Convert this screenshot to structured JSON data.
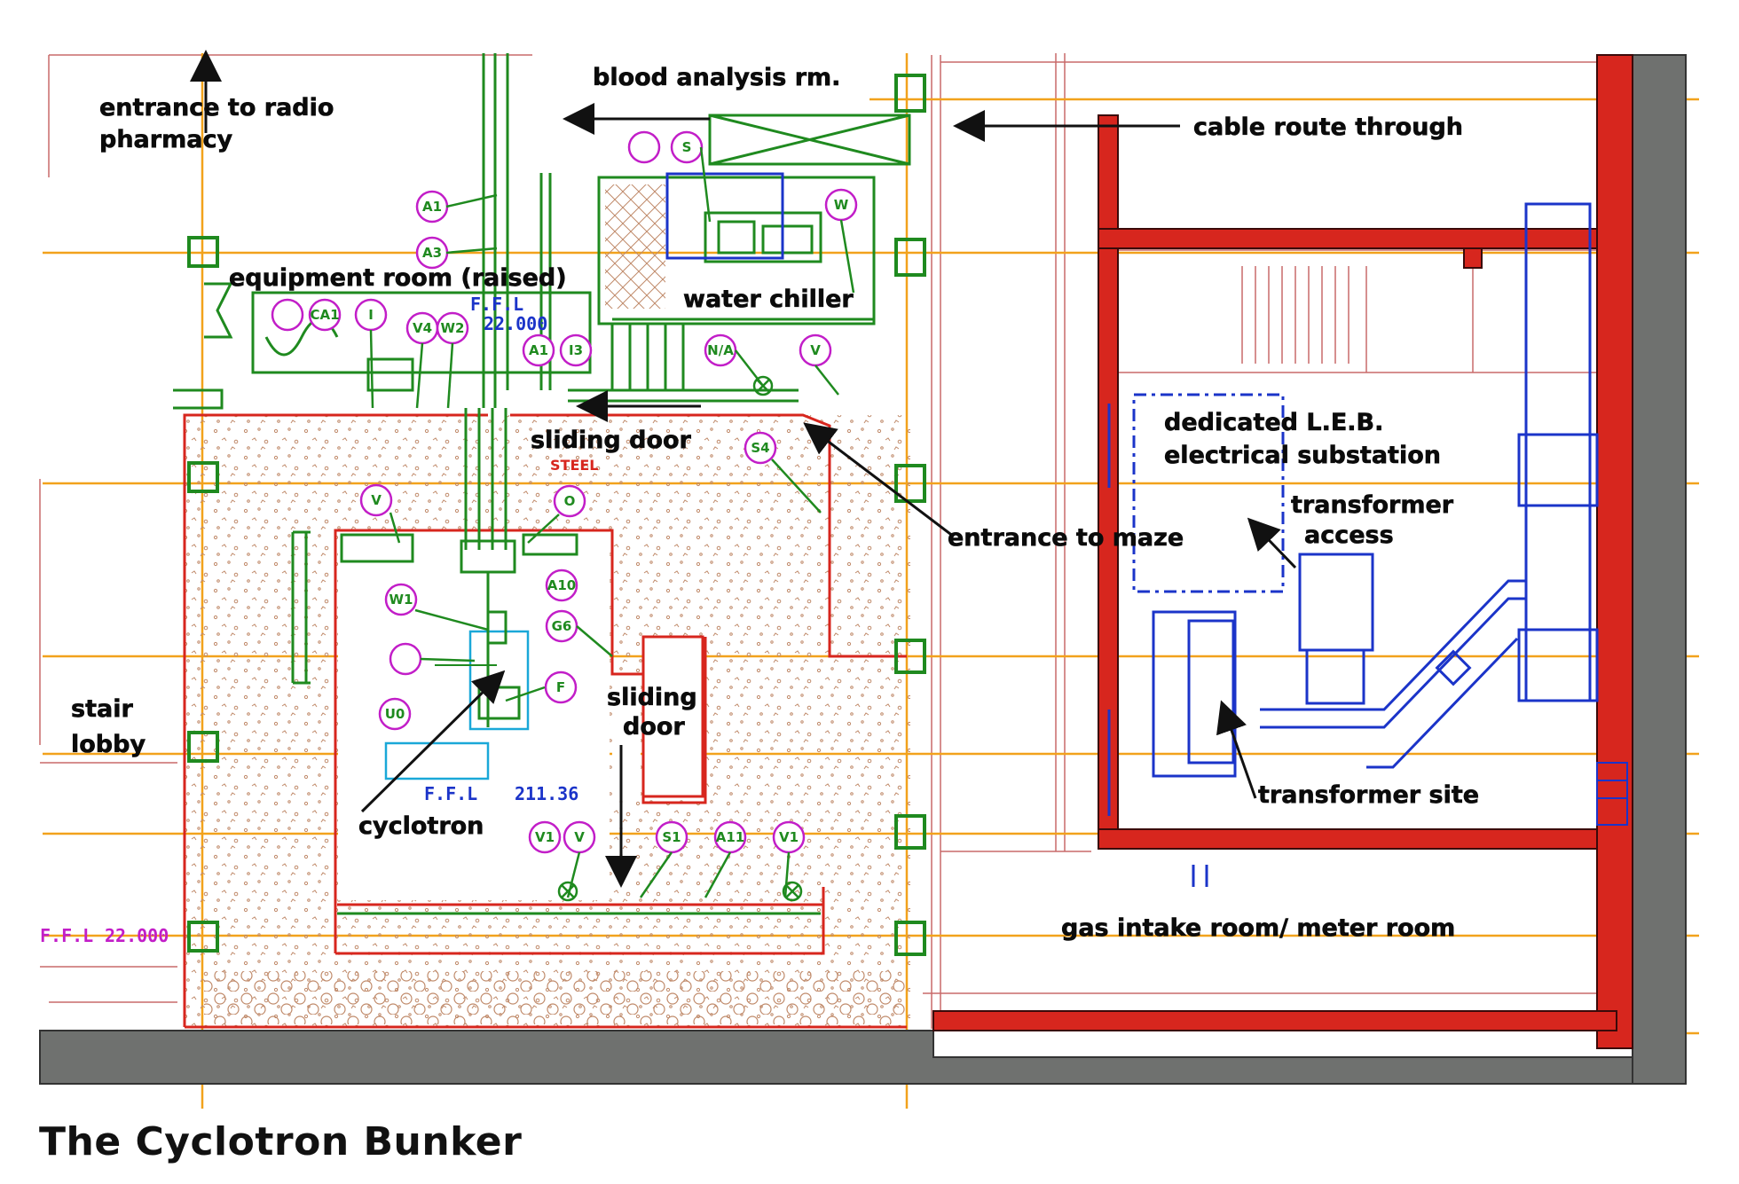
{
  "title": "The Cyclotron Bunker",
  "labels": {
    "entrance_radio_pharmacy_1": "entrance to radio",
    "entrance_radio_pharmacy_2": "pharmacy",
    "blood_analysis": "blood analysis rm.",
    "cable_route": "cable route through",
    "equipment_room": "equipment room (raised)",
    "water_chiller": "water chiller",
    "sliding_door_top": "sliding door",
    "entrance_maze": "entrance to maze",
    "substation_1": "dedicated L.E.B.",
    "substation_2": "electrical substation",
    "transformer_access_1": "transformer",
    "transformer_access_2": "access",
    "sliding_door_mid_1": "sliding",
    "sliding_door_mid_2": "door",
    "stair_lobby_1": "stair",
    "stair_lobby_2": "lobby",
    "cyclotron": "cyclotron",
    "transformer_site": "transformer site",
    "gas_intake": "gas intake room/ meter room",
    "steel": "STEEL"
  },
  "levels": {
    "ffl_equipment": "F.F.L",
    "ffl_equipment_value": "22.000",
    "ffl_bunker": "F.F.L",
    "ffl_bunker_value": "211.36",
    "ffl_stair": "F.F.L",
    "ffl_stair_value": "22.000"
  },
  "equipment_tags": [
    "A1",
    "A3",
    "CA1",
    "I",
    "V4",
    "W2",
    "A1",
    "I3",
    "S",
    "W",
    "N/A",
    "V",
    "S4",
    "V",
    "O",
    "W1",
    "A10",
    "G6",
    "U0",
    "F",
    "V1",
    "V",
    "S1",
    "A11",
    "V1"
  ],
  "colors": {
    "wall_red": "#d7261e",
    "wall_grey": "#6f716f",
    "gridline": "#f2a21c",
    "equipment_green": "#1f8a1f",
    "tag_magenta": "#c21ec8",
    "electrical_blue": "#1b34c9",
    "cyan": "#1aa8d8",
    "bunker_outline": "#d7261e",
    "concrete_dots": "#c08a6a"
  }
}
